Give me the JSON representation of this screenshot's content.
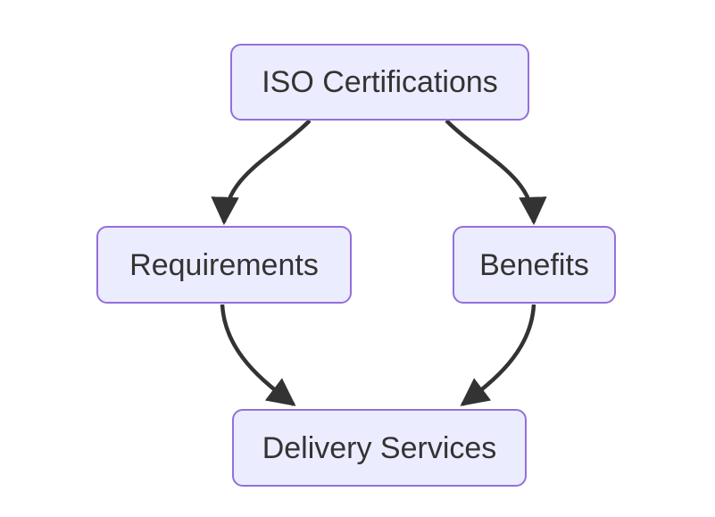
{
  "diagram": {
    "type": "flowchart",
    "direction": "top-down",
    "colors": {
      "background": "#ffffff",
      "node_fill": "#ECECFF",
      "node_border": "#9370DB",
      "node_text": "#333333",
      "edge": "#333333"
    },
    "nodes": [
      {
        "id": "iso-certifications",
        "label": "ISO Certifications"
      },
      {
        "id": "requirements",
        "label": "Requirements"
      },
      {
        "id": "benefits",
        "label": "Benefits"
      },
      {
        "id": "delivery-services",
        "label": "Delivery Services"
      }
    ],
    "edges": [
      {
        "from": "ISO Certifications",
        "to": "Requirements"
      },
      {
        "from": "ISO Certifications",
        "to": "Benefits"
      },
      {
        "from": "Requirements",
        "to": "Delivery Services"
      },
      {
        "from": "Benefits",
        "to": "Delivery Services"
      }
    ]
  }
}
